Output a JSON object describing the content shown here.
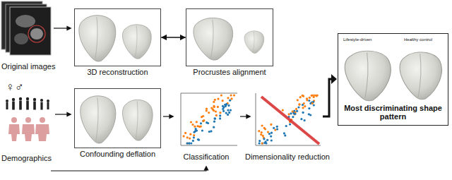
{
  "diagram": {
    "nodes": [
      {
        "text": [
          "3D reconstruction"
        ]
      },
      {
        "text": [
          "Procrustes alignment"
        ]
      },
      {
        "text": [
          "Confounding deflation"
        ]
      },
      {
        "text": [
          "Most discriminating shape pattern"
        ]
      }
    ],
    "edges": [
      {
        "from": 0,
        "to": 1,
        "arrow": "to"
      },
      {
        "from": 1,
        "to": 2,
        "arrow": "to"
      }
    ],
    "labels": [
      "Original images",
      "♀♂",
      "Demographics",
      "Classification",
      "Dimensionality reduction",
      "Lifestyle-driven",
      "Healthy control"
    ]
  }
}
